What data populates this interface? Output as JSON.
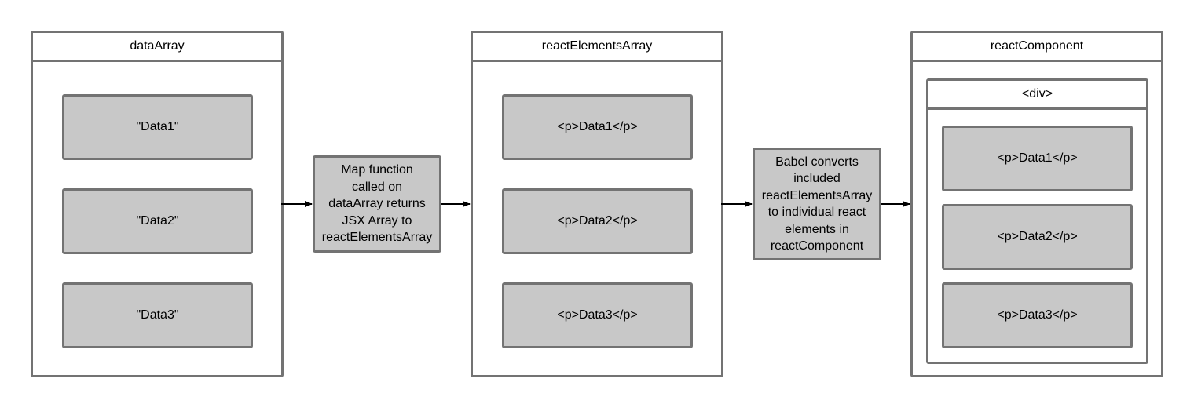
{
  "panels": {
    "data_array": {
      "title": "dataArray",
      "items": [
        "\"Data1\"",
        "\"Data2\"",
        "\"Data3\""
      ]
    },
    "react_elements_array": {
      "title": "reactElementsArray",
      "items": [
        "<p>Data1</p>",
        "<p>Data2</p>",
        "<p>Data3</p>"
      ]
    },
    "react_component": {
      "title": "reactComponent",
      "inner_title": "<div>",
      "items": [
        "<p>Data1</p>",
        "<p>Data2</p>",
        "<p>Data3</p>"
      ]
    }
  },
  "notes": {
    "map": "Map function\ncalled on\ndataArray returns\nJSX Array to\nreactElementsArray",
    "babel": "Babel converts\nincluded\nreactElementsArray\nto individual react\nelements in\nreactComponent"
  },
  "colors": {
    "border": "#737373",
    "box_fill": "#c8c8c8",
    "arrow": "#000000"
  }
}
